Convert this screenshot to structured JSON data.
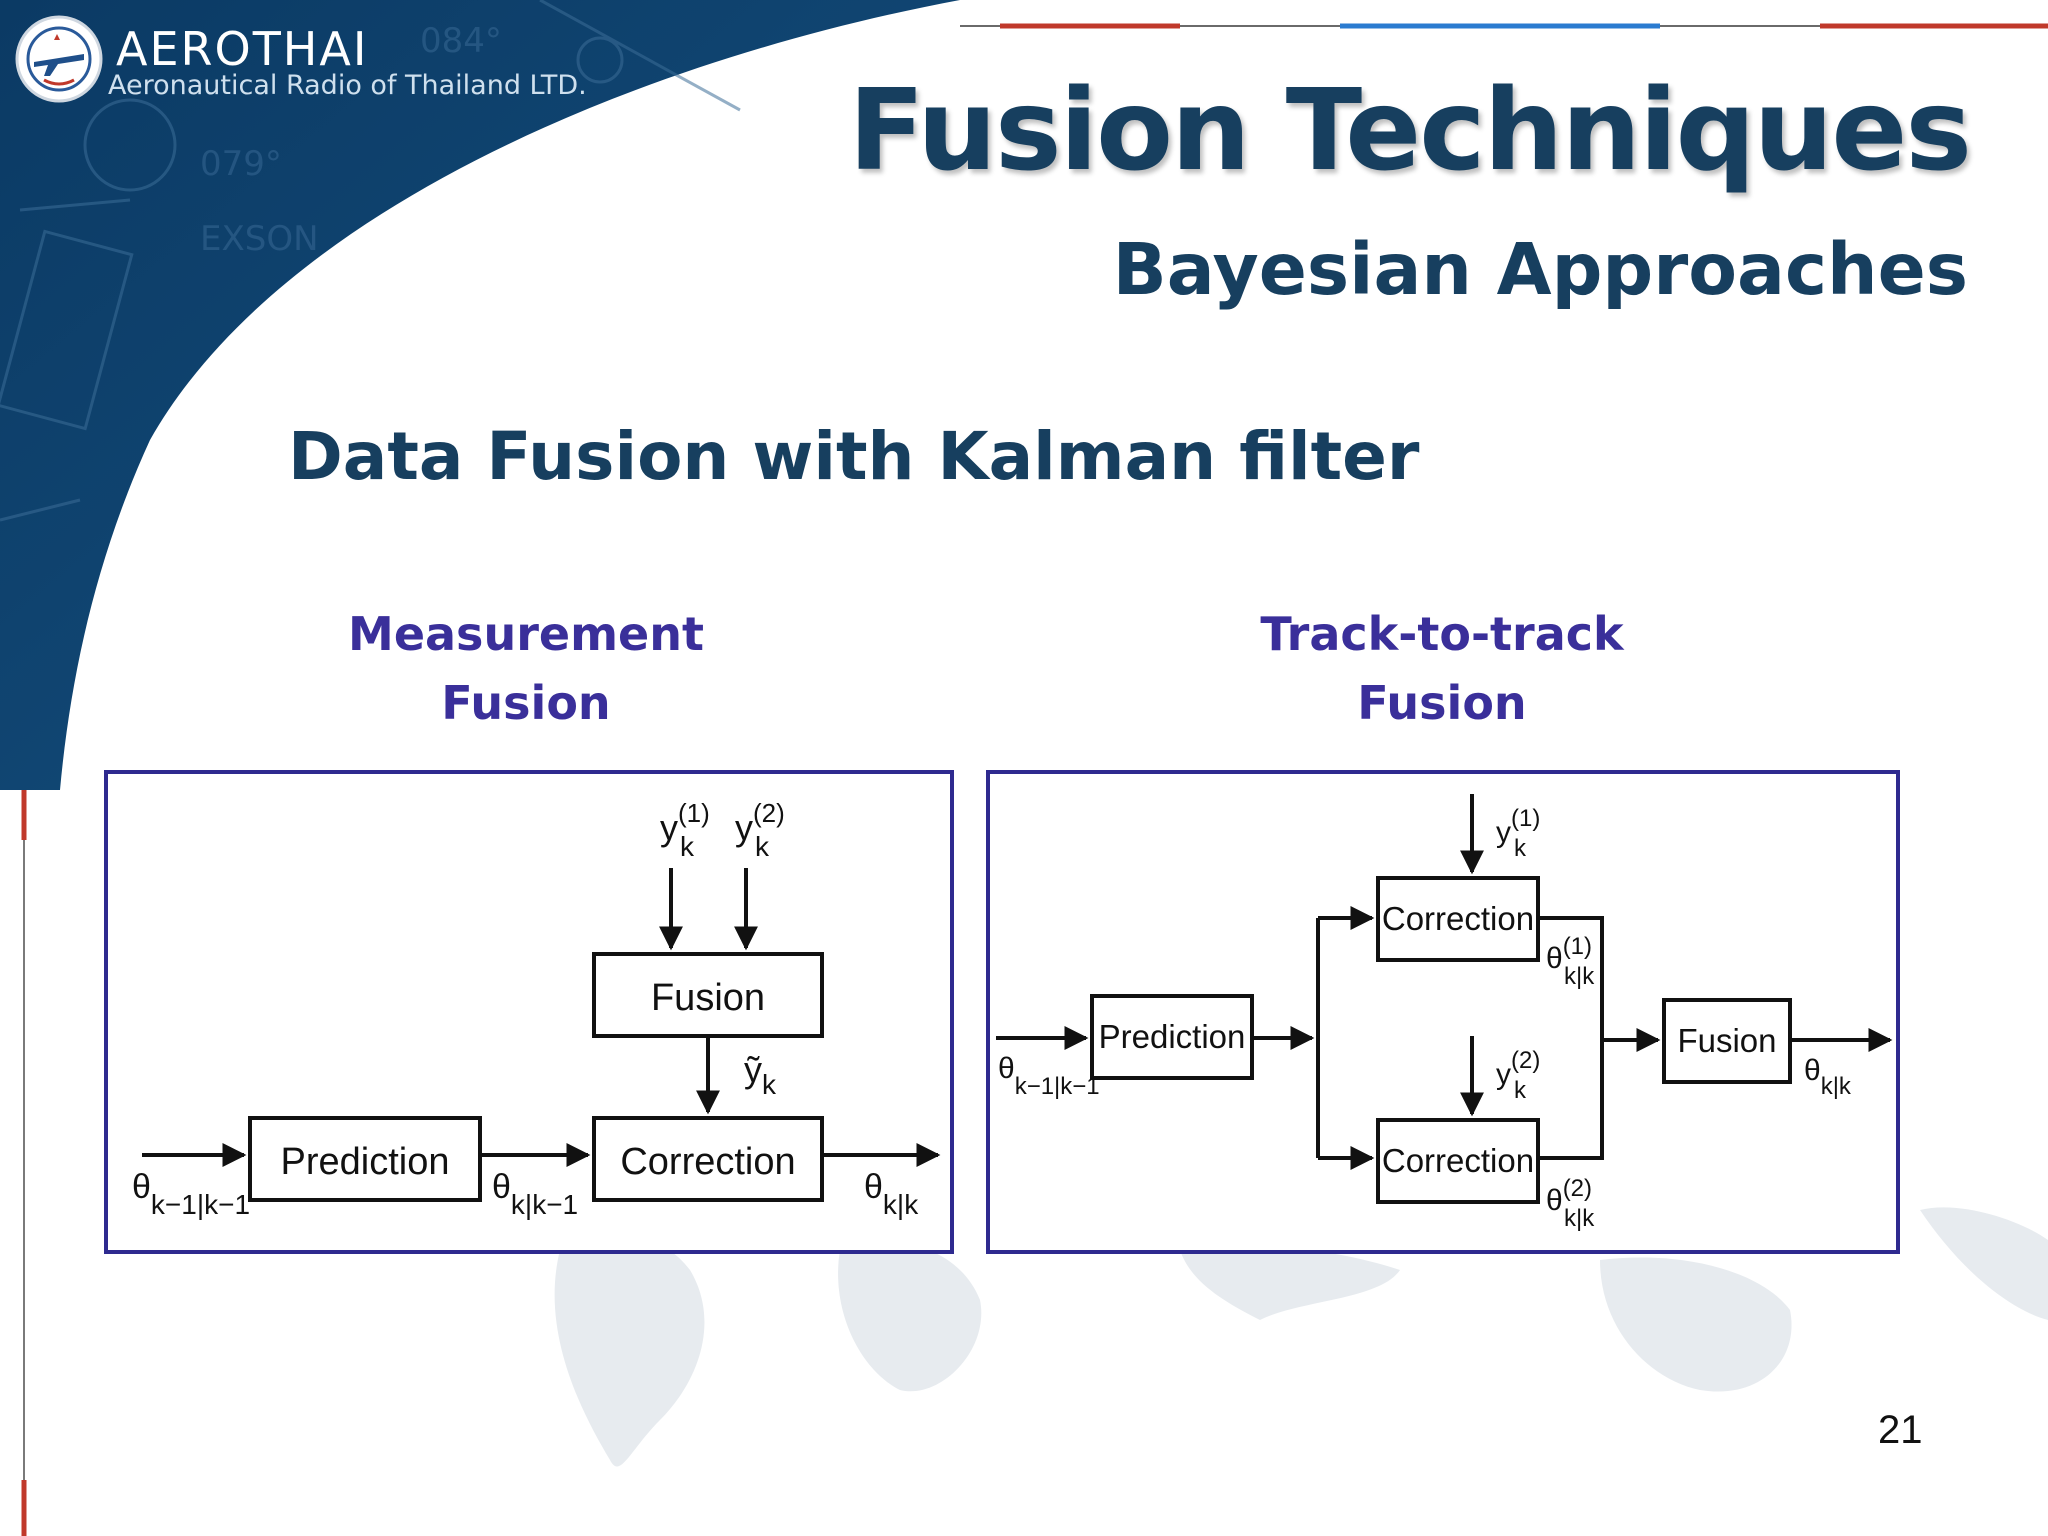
{
  "brand": {
    "name": "AEROTHAI",
    "tagline": "Aeronautical Radio of Thailand LTD.",
    "logo_icon": "aerothai-emblem-icon",
    "navy": "#0d3b63"
  },
  "slide": {
    "title": "Fusion Techniques",
    "subtitle": "Bayesian Approaches",
    "heading": "Data Fusion with Kalman filter",
    "page_number": "21",
    "title_color": "#173f5f",
    "caption_color": "#3a2f9a",
    "box_border_color": "#2e2a8f"
  },
  "measurement_fusion": {
    "caption_line1": "Measurement",
    "caption_line2": "Fusion",
    "blocks": {
      "fusion": "Fusion",
      "prediction": "Prediction",
      "correction": "Correction"
    },
    "labels": {
      "y1_base": "y",
      "y1_sub": "k",
      "y1_sup": "(1)",
      "y2_base": "y",
      "y2_sub": "k",
      "y2_sup": "(2)",
      "ytilde_base": "ỹ",
      "ytilde_sub": "k",
      "theta_in_base": "θ",
      "theta_in_sub": "k−1|k−1",
      "theta_mid_base": "θ",
      "theta_mid_sub": "k|k−1",
      "theta_out_base": "θ",
      "theta_out_sub": "k|k"
    }
  },
  "track_to_track_fusion": {
    "caption_line1": "Track-to-track",
    "caption_line2": "Fusion",
    "blocks": {
      "prediction": "Prediction",
      "correction_top": "Correction",
      "correction_bottom": "Correction",
      "fusion": "Fusion"
    },
    "labels": {
      "y1_base": "y",
      "y1_sub": "k",
      "y1_sup": "(1)",
      "y2_base": "y",
      "y2_sub": "k",
      "y2_sup": "(2)",
      "theta_in_base": "θ",
      "theta_in_sub": "k−1|k−1",
      "theta1_base": "θ",
      "theta1_sub": "k|k",
      "theta1_sup": "(1)",
      "theta2_base": "θ",
      "theta2_sub": "k|k",
      "theta2_sup": "(2)",
      "theta_out_base": "θ",
      "theta_out_sub": "k|k"
    }
  }
}
